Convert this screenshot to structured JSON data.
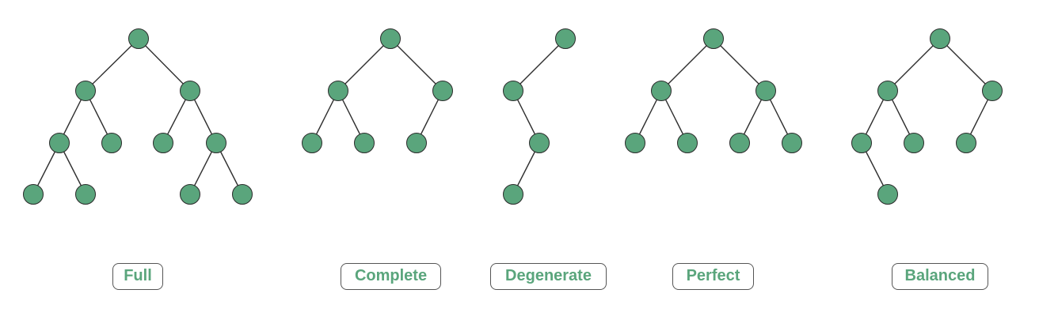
{
  "node_color": "#5aa57c",
  "edge_color": "#2f2f2f",
  "label_text_color": "#5aa57c",
  "trees": [
    {
      "name": "full-tree",
      "label": "Full"
    },
    {
      "name": "complete-tree",
      "label": "Complete"
    },
    {
      "name": "degenerate-tree",
      "label": "Degenerate"
    },
    {
      "name": "perfect-tree",
      "label": "Perfect"
    },
    {
      "name": "balanced-tree",
      "label": "Balanced"
    }
  ]
}
